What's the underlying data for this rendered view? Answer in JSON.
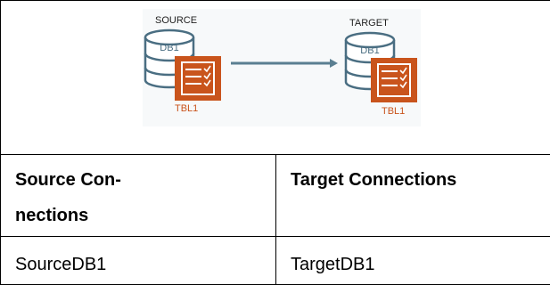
{
  "diagram": {
    "source_caption": "SOURCE",
    "target_caption": "TARGET",
    "source_db_label": "DB1",
    "target_db_label": "DB1",
    "source_table_label": "TBL1",
    "target_table_label": "TBL1",
    "colors": {
      "database_stroke": "#4a6e82",
      "database_fill": "#ffffff",
      "table_fill": "#c9541c",
      "table_text": "#c9541c",
      "arrow": "#5a7f91",
      "caption": "#222222"
    }
  },
  "table": {
    "headers": [
      "Source Connections",
      "Target Connections"
    ],
    "rows": [
      [
        "SourceDB1",
        "TargetDB1"
      ]
    ]
  }
}
